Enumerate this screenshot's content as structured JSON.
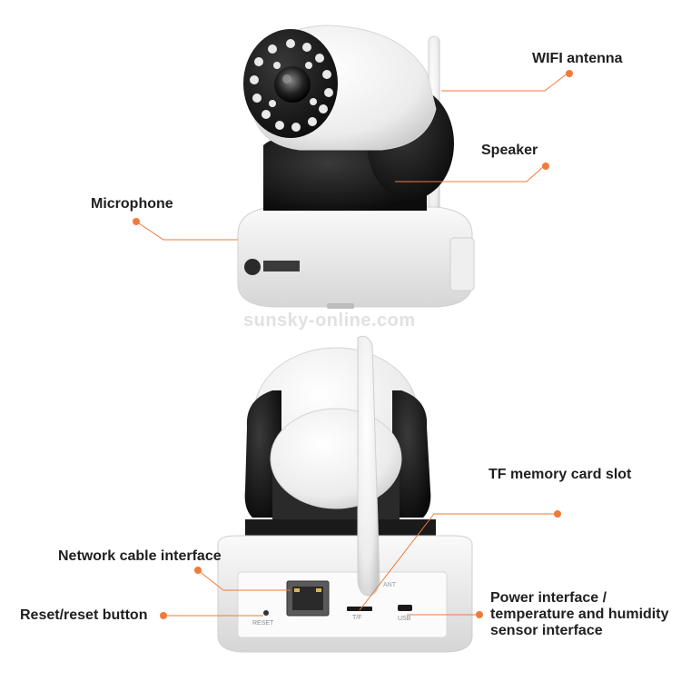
{
  "labels": {
    "wifi_antenna": "WIFI antenna",
    "speaker": "Speaker",
    "microphone": "Microphone",
    "tf_slot": "TF memory card slot",
    "network_cable": "Network cable interface",
    "reset_button": "Reset/reset button",
    "power_interface_line1": "Power interface /",
    "power_interface_line2": "temperature and humidity",
    "power_interface_line3": "sensor interface"
  },
  "watermark": "sunsky-online.com",
  "port_labels": {
    "reset": "RESET",
    "tf": "T/F",
    "usb": "USB",
    "ant": "ANT"
  },
  "colors": {
    "callout_line": "#f07a3a",
    "label_text": "#1f1f1f",
    "body_white": "#f2f2f2",
    "body_black": "#1b1b1b"
  }
}
